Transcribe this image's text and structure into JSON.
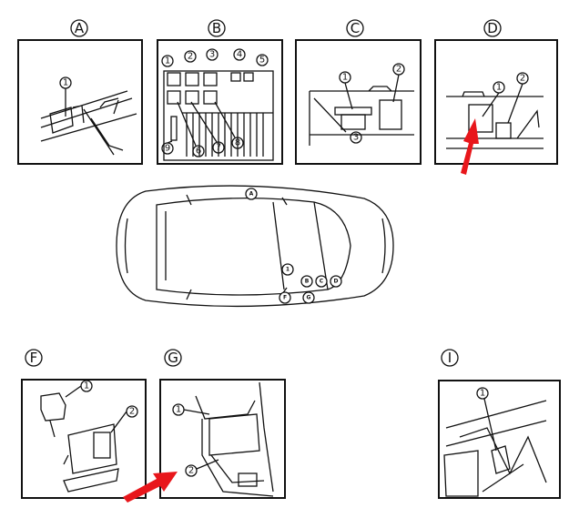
{
  "panels": {
    "A": {
      "label": "A",
      "callouts": [
        "1"
      ]
    },
    "B": {
      "label": "B",
      "callouts": [
        "1",
        "2",
        "3",
        "4",
        "5",
        "6",
        "7",
        "8",
        "9"
      ]
    },
    "C": {
      "label": "C",
      "callouts": [
        "1",
        "2",
        "3"
      ]
    },
    "D": {
      "label": "D",
      "callouts": [
        "1",
        "2"
      ]
    },
    "F": {
      "label": "F",
      "callouts": [
        "1",
        "2"
      ]
    },
    "G": {
      "label": "G",
      "callouts": [
        "1",
        "2"
      ]
    },
    "I": {
      "label": "I",
      "callouts": [
        "1"
      ]
    }
  },
  "car": {
    "markers": [
      "A",
      "1",
      "B",
      "C",
      "D",
      "F",
      "G"
    ]
  },
  "colors": {
    "arrow": "#e8161b",
    "line": "#111111"
  }
}
